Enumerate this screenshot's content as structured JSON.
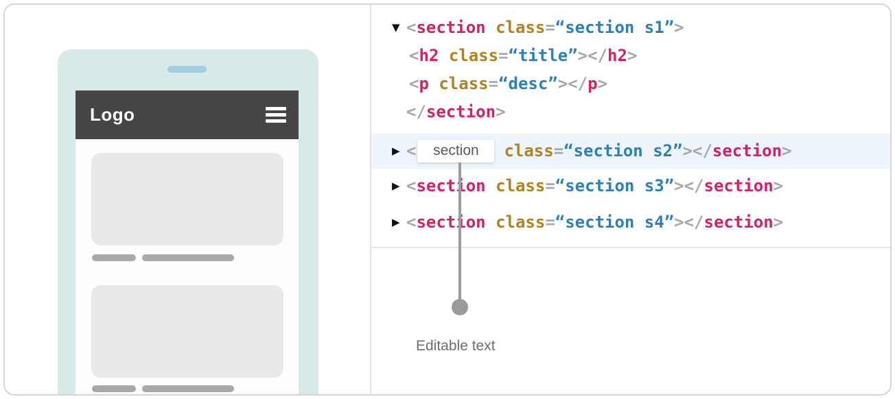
{
  "phone": {
    "logo_label": "Logo",
    "menu_icon": "hamburger-icon",
    "colors": {
      "body": "#d6eaea",
      "speaker": "#a2cedd",
      "header": "#454545",
      "placeholder": "#e9e9e9",
      "pill": "#a8a8a8"
    }
  },
  "code_panel": {
    "editable_value": "section",
    "callout_label": "Editable text",
    "colors": {
      "tag": "#d42069",
      "attribute": "#b5811f",
      "value": "#2b80bb",
      "bracket": "#a8a8a8",
      "highlight_row": "#edf4fa",
      "callout": "#9b9b9b"
    },
    "lines": [
      {
        "marker": "▼",
        "highlight": false,
        "tokens": [
          [
            "<",
            "brk"
          ],
          [
            "section",
            "tag"
          ],
          [
            " ",
            "sp"
          ],
          [
            "class",
            "attr"
          ],
          [
            "=",
            "brk"
          ],
          [
            "“section s1”",
            "val"
          ],
          [
            ">",
            "brk"
          ]
        ]
      },
      {
        "marker": "",
        "highlight": false,
        "tokens": [
          [
            "<",
            "brk"
          ],
          [
            "h2",
            "tag"
          ],
          [
            " ",
            "sp"
          ],
          [
            "class",
            "attr"
          ],
          [
            "=",
            "brk"
          ],
          [
            "“title”",
            "val"
          ],
          [
            ">",
            "brk"
          ],
          [
            "</",
            "brk"
          ],
          [
            "h2",
            "tag"
          ],
          [
            ">",
            "brk"
          ]
        ]
      },
      {
        "marker": "",
        "highlight": false,
        "tokens": [
          [
            "<",
            "brk"
          ],
          [
            "p",
            "tag"
          ],
          [
            " ",
            "sp"
          ],
          [
            "class",
            "attr"
          ],
          [
            "=",
            "brk"
          ],
          [
            "“desc”",
            "val"
          ],
          [
            ">",
            "brk"
          ],
          [
            "</",
            "brk"
          ],
          [
            "p",
            "tag"
          ],
          [
            ">",
            "brk"
          ]
        ]
      },
      {
        "marker": "",
        "highlight": false,
        "tokens": [
          [
            "</",
            "brk"
          ],
          [
            "section",
            "tag"
          ],
          [
            ">",
            "brk"
          ]
        ]
      },
      {
        "marker": "▶",
        "highlight": true,
        "tokens": [
          [
            "<",
            "brk"
          ],
          [
            "section",
            "edit"
          ],
          [
            "class",
            "attr"
          ],
          [
            "=",
            "brk"
          ],
          [
            "“section s2”",
            "val"
          ],
          [
            ">",
            "brk"
          ],
          [
            "</",
            "brk"
          ],
          [
            "section",
            "tag"
          ],
          [
            ">",
            "brk"
          ]
        ]
      },
      {
        "marker": "▶",
        "highlight": false,
        "tokens": [
          [
            "<",
            "brk"
          ],
          [
            "section",
            "tag"
          ],
          [
            " ",
            "sp"
          ],
          [
            "class",
            "attr"
          ],
          [
            "=",
            "brk"
          ],
          [
            "“section s3”",
            "val"
          ],
          [
            ">",
            "brk"
          ],
          [
            "</",
            "brk"
          ],
          [
            "section",
            "tag"
          ],
          [
            ">",
            "brk"
          ]
        ]
      },
      {
        "marker": "▶",
        "highlight": false,
        "tokens": [
          [
            "<",
            "brk"
          ],
          [
            "section",
            "tag"
          ],
          [
            " ",
            "sp"
          ],
          [
            "class",
            "attr"
          ],
          [
            "=",
            "brk"
          ],
          [
            "“section s4”",
            "val"
          ],
          [
            ">",
            "brk"
          ],
          [
            "</",
            "brk"
          ],
          [
            "section",
            "tag"
          ],
          [
            ">",
            "brk"
          ]
        ]
      }
    ]
  }
}
